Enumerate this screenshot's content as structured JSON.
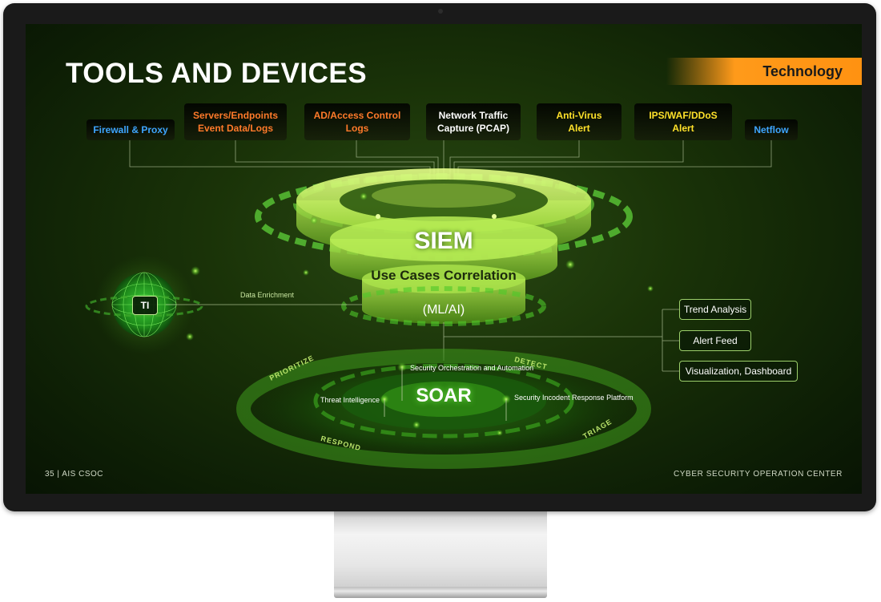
{
  "header": {
    "title": "TOOLS AND DEVICES",
    "badge": "Technology"
  },
  "sources": [
    {
      "line1": "Firewall & Proxy",
      "line2": "",
      "color": "#3fa6ff"
    },
    {
      "line1": "Servers/Endpoints",
      "line2": "Event Data/Logs",
      "color": "#ff7a2a"
    },
    {
      "line1": "AD/Access Control",
      "line2": "Logs",
      "color": "#ff7a2a"
    },
    {
      "line1": "Network Traffic",
      "line2": "Capture (PCAP)",
      "color": "#ffffff"
    },
    {
      "line1": "Anti-Virus",
      "line2": "Alert",
      "color": "#ffe12a"
    },
    {
      "line1": "IPS/WAF/DDoS",
      "line2": "Alert",
      "color": "#ffe12a"
    },
    {
      "line1": "Netflow",
      "line2": "",
      "color": "#3fa6ff"
    }
  ],
  "siem": {
    "title": "SIEM",
    "correlation": "Use Cases Correlation",
    "ml": "(ML/AI)"
  },
  "ti": {
    "label": "TI",
    "enrichment": "Data Enrichment"
  },
  "outputs": [
    "Trend Analysis",
    "Alert Feed",
    "Visualization, Dashboard"
  ],
  "soar": {
    "title": "SOAR",
    "labels": {
      "orchestration": "Security Orchestration and Automation",
      "threat_intel": "Threat Intelligence",
      "incident_response": "Security Incodent Response Platform"
    },
    "ring": [
      "PRIORITIZE",
      "DETECT",
      "TRIAGE",
      "RESPOND"
    ]
  },
  "footer": {
    "page": "35",
    "org": "AIS CSOC",
    "center": "CYBER SECURITY OPERATION CENTER"
  },
  "colors": {
    "accent": "#c9f55a",
    "orange": "#ff9211"
  }
}
